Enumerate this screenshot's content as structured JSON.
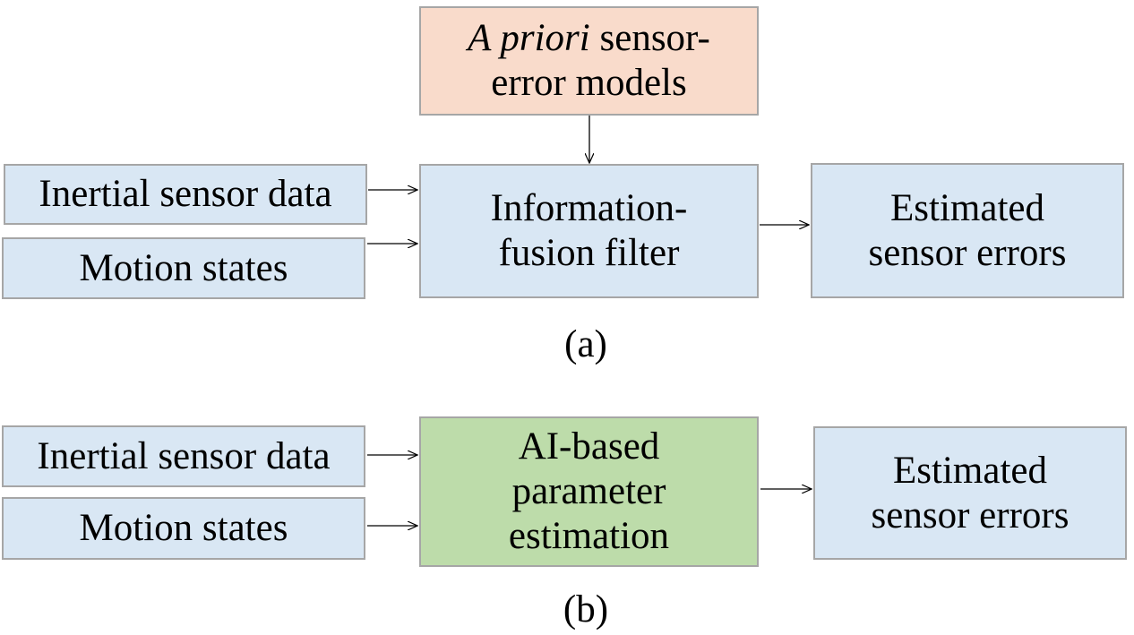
{
  "panel_a": {
    "apriori_box": {
      "italic": "A priori",
      "rest": " sensor-",
      "line2": "error models"
    },
    "input1": "Inertial sensor data",
    "input2": "Motion states",
    "filter_box": {
      "line1": "Information-",
      "line2": "fusion filter"
    },
    "output_box": {
      "line1": "Estimated",
      "line2": "sensor errors"
    },
    "caption": "(a)"
  },
  "panel_b": {
    "input1": "Inertial sensor data",
    "input2": "Motion states",
    "ai_box": {
      "line1": "AI-based",
      "line2": "parameter",
      "line3": "estimation"
    },
    "output_box": {
      "line1": "Estimated",
      "line2": "sensor errors"
    },
    "caption": "(b)"
  },
  "colors": {
    "input_fill": "#d9e7f4",
    "apriori_fill": "#f9dbcb",
    "ai_fill": "#bddcaa",
    "border": "#a6a6a6"
  }
}
